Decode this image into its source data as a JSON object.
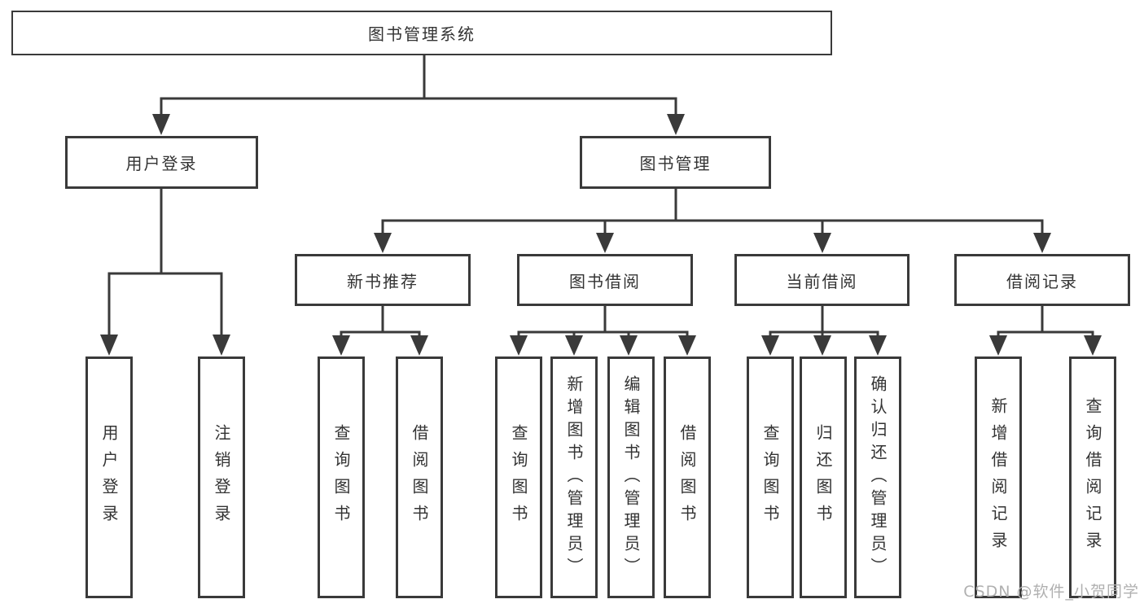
{
  "diagram_type": "hierarchy-flowchart",
  "colors": {
    "line": "#3a3a3a",
    "text": "#333333",
    "watermark": "#b0b0b0",
    "background": "#ffffff"
  },
  "tree": {
    "label": "图书管理系统",
    "children": [
      {
        "label": "用户登录",
        "children": [
          {
            "label": "用户登录"
          },
          {
            "label": "注销登录"
          }
        ]
      },
      {
        "label": "图书管理",
        "children": [
          {
            "label": "新书推荐",
            "children": [
              {
                "label": "查询图书"
              },
              {
                "label": "借阅图书"
              }
            ]
          },
          {
            "label": "图书借阅",
            "children": [
              {
                "label": "查询图书"
              },
              {
                "label": "新增图书（管理员）"
              },
              {
                "label": "编辑图书（管理员）"
              },
              {
                "label": "借阅图书"
              }
            ]
          },
          {
            "label": "当前借阅",
            "children": [
              {
                "label": "查询图书"
              },
              {
                "label": "归还图书"
              },
              {
                "label": "确认归还（管理员）"
              }
            ]
          },
          {
            "label": "借阅记录",
            "children": [
              {
                "label": "新增借阅记录"
              },
              {
                "label": "查询借阅记录"
              }
            ]
          }
        ]
      }
    ]
  },
  "watermark": "CSDN @软件_小贺同学"
}
